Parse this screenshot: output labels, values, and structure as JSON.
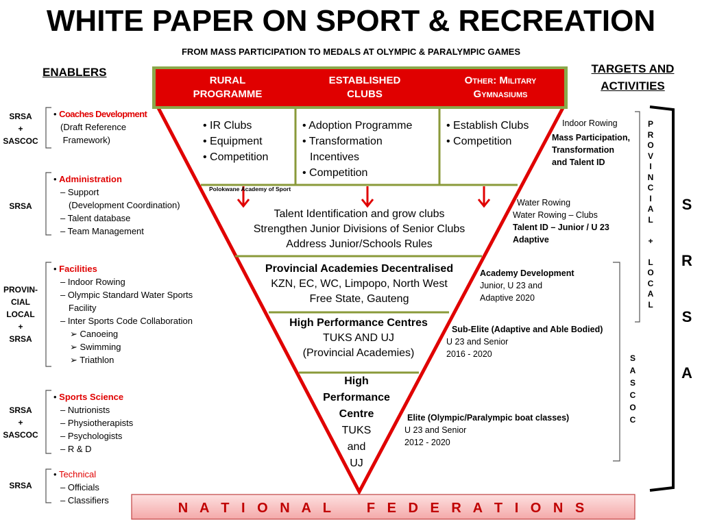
{
  "title": "WHITE PAPER ON SPORT & RECREATION",
  "subtitle": "FROM MASS PARTICIPATION TO MEDALS AT OLYMPIC & PARALYMPIC GAMES",
  "enablers_header": "ENABLERS",
  "targets_header_line1": "TARGETS AND",
  "targets_header_line2": "ACTIVITIES",
  "enablers": [
    {
      "org": [
        "SRSA",
        "+",
        "SASCOC"
      ],
      "heading": "Coaches Development",
      "lines": [
        "(Draft Reference",
        " Framework)"
      ]
    },
    {
      "org": [
        "SRSA"
      ],
      "heading": "Administration",
      "lines": [
        "– Support",
        "(Development Coordination)",
        "– Talent database",
        "– Team Management"
      ]
    },
    {
      "org": [
        "PROVIN-",
        "CIAL",
        "LOCAL",
        "+",
        "SRSA"
      ],
      "heading": "Facilities",
      "lines": [
        "–  Indoor Rowing",
        "–  Olympic Standard Water Sports",
        "Facility",
        "–  Inter Sports Code Collaboration",
        "➢ Canoeing",
        "➢ Swimming",
        "➢ Triathlon"
      ]
    },
    {
      "org": [
        "SRSA",
        "+",
        "SASCOC"
      ],
      "heading": "Sports Science",
      "lines": [
        "–  Nutrionists",
        "–  Physiotherapists",
        "–  Psychologists",
        "–  R & D"
      ]
    },
    {
      "org": [
        "SRSA"
      ],
      "heading": "Technical",
      "lines": [
        "– Officials",
        "– Classifiers"
      ]
    }
  ],
  "top_bar": {
    "col1": [
      "RURAL",
      "PROGRAMME"
    ],
    "col2": [
      "ESTABLISHED",
      "CLUBS"
    ],
    "col3": [
      "Other: Military",
      "Gymnasiums"
    ]
  },
  "columns": {
    "col1": [
      "• IR Clubs",
      "• Equipment",
      "• Competition"
    ],
    "col2": [
      "• Adoption Programme",
      "• Transformation",
      "Incentives",
      "• Competition"
    ],
    "col3": [
      "• Establish Clubs",
      "• Competition"
    ]
  },
  "polokwane": "Polokwane Academy of Sport",
  "level1": [
    "Talent Identification and grow clubs",
    "Strengthen Junior Divisions of Senior Clubs",
    "Address Junior/Schools Rules"
  ],
  "level2": {
    "heading": "Provincial Academies Decentralised",
    "lines": [
      "KZN, EC, WC, Limpopo, North West",
      "Free State, Gauteng"
    ]
  },
  "level3": {
    "heading": "High Performance Centres",
    "lines": [
      "TUKS AND UJ",
      "(Provincial Academies)"
    ]
  },
  "level4": {
    "heading": [
      "High",
      "Performance",
      "Centre"
    ],
    "lines": [
      "TUKS",
      "and",
      "UJ"
    ]
  },
  "targets": {
    "t1": {
      "plain": "Indoor Rowing",
      "bold": [
        "Mass Participation,",
        "Transformation",
        "and Talent ID"
      ]
    },
    "t2": {
      "plain": [
        "Water Rowing",
        "Water Rowing – Clubs"
      ],
      "bold": [
        "Talent  ID – Junior / U 23",
        "Adaptive"
      ]
    },
    "t3": {
      "bold": "Academy Development",
      "plain": [
        "Junior, U 23 and",
        "Adaptive 2020"
      ]
    },
    "t4": {
      "bold": "Sub-Elite (Adaptive and Able Bodied)",
      "plain": [
        "U 23 and Senior",
        "2016 - 2020"
      ]
    },
    "t5": {
      "bold": "Elite (Olympic/Paralympic boat classes)",
      "plain": [
        "U 23 and Senior",
        "2012 - 2020"
      ]
    }
  },
  "vertical_provincial": [
    "P",
    "R",
    "O",
    "V",
    "I",
    "N",
    "C",
    "I",
    "A",
    "L",
    "",
    "+",
    "",
    "L",
    "O",
    "C",
    "A",
    "L"
  ],
  "vertical_sascoc": [
    "S",
    "A",
    "S",
    "C",
    "O",
    "C"
  ],
  "vertical_srsa": [
    "S",
    "R",
    "S",
    "A"
  ],
  "national_federations": "N A T I O N A L    F E D E R A T I O N S",
  "colors": {
    "red": "#e00000",
    "green": "#8a9a3a",
    "pink": "#f9c3c3"
  }
}
